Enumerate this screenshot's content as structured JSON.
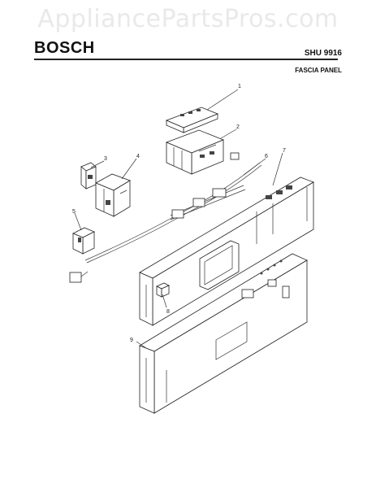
{
  "watermark": "AppliancePartsPros.com",
  "header": {
    "brand": "BOSCH",
    "model": "SHU 9916",
    "section_title": "FASCIA PANEL"
  },
  "callouts": [
    "1",
    "2",
    "3",
    "4",
    "5",
    "6",
    "7",
    "8",
    "9"
  ]
}
